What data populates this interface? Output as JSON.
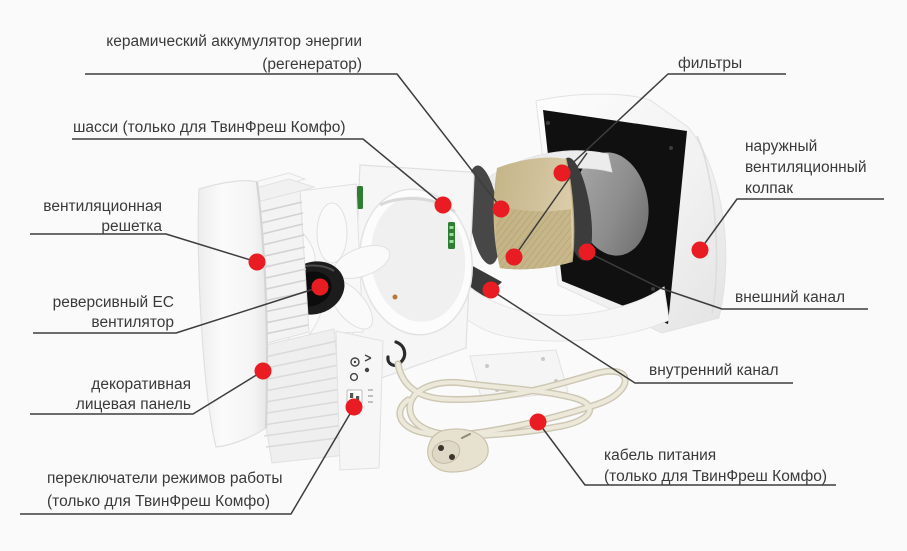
{
  "figure": {
    "type": "exploded-parts-diagram",
    "subject": "wall-mounted heat-recovery ventilator unit"
  },
  "colors": {
    "marker_red": "#e81c22",
    "leader_line": "#3d3d3d",
    "label_text": "#3a3a3a",
    "ceramic_tan": "#c9ba90",
    "hood_black": "#101010",
    "background": "#fafafa"
  },
  "labels": {
    "regenerator": {
      "lines": [
        "керамический аккумулятор энергии",
        "(регенератор)"
      ]
    },
    "chassis": {
      "lines": [
        "шасси (только для ТвинФреш Комфо)"
      ]
    },
    "filters": {
      "lines": [
        "фильтры"
      ]
    },
    "hood": {
      "lines": [
        "наружный",
        "вентиляционный",
        "колпак"
      ]
    },
    "grille": {
      "lines": [
        "вентиляционная",
        "решетка"
      ]
    },
    "fan": {
      "lines": [
        "реверсивный EC",
        "вентилятор"
      ]
    },
    "panel": {
      "lines": [
        "декоративная",
        "лицевая панель"
      ]
    },
    "switches": {
      "lines": [
        "переключатели режимов работы",
        "(только для ТвинФреш Комфо)"
      ]
    },
    "outer_channel": {
      "lines": [
        "внешний канал"
      ]
    },
    "inner_channel": {
      "lines": [
        "внутренний канал"
      ]
    },
    "cable": {
      "lines": [
        "кабель питания",
        "(только для ТвинФреш Комфо)"
      ]
    }
  }
}
